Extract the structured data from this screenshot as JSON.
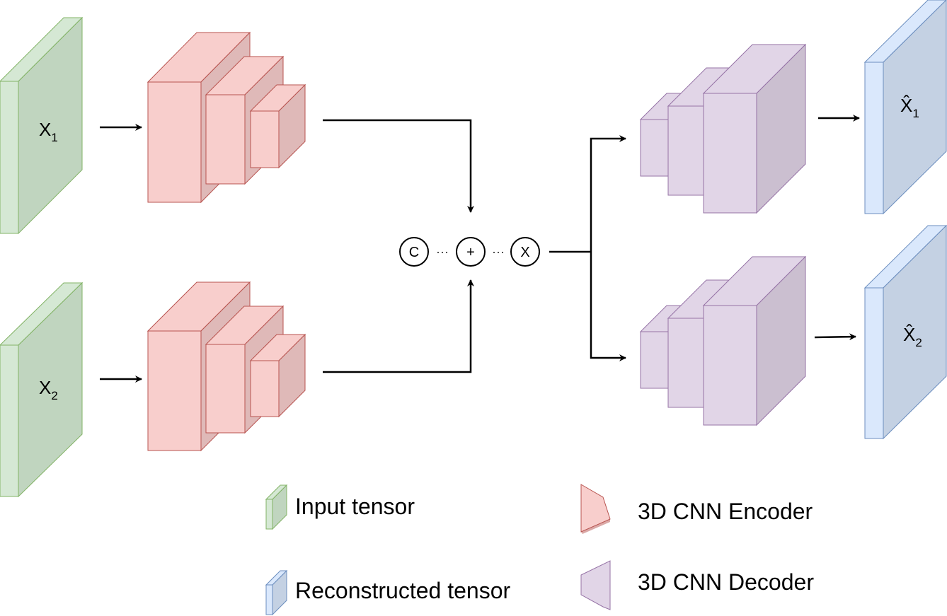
{
  "colors": {
    "input_front": "#d5e8d4",
    "input_side": "#c0d5bf",
    "input_stroke": "#82b366",
    "encoder_front": "#f8cecc",
    "encoder_side": "#dfb9b8",
    "encoder_stroke": "#b85450",
    "decoder_front": "#e1d5e7",
    "decoder_side": "#cbbfd0",
    "decoder_stroke": "#9673a6",
    "recon_front": "#dae8fc",
    "recon_side": "#c4d1e3",
    "recon_stroke": "#6c8ebf",
    "arrow": "#000000"
  },
  "inputs": [
    {
      "main": "X",
      "sub": "1"
    },
    {
      "main": "X",
      "sub": "2"
    }
  ],
  "outputs": [
    {
      "main": "X̂",
      "sub": "1"
    },
    {
      "main": "X̂",
      "sub": "2"
    }
  ],
  "fusion_ops": {
    "concat": "C",
    "sum": "+",
    "product": "X",
    "separator": "···"
  },
  "legend": {
    "input_tensor": "Input tensor",
    "reconstructed_tensor": "Reconstructed tensor",
    "encoder": "3D CNN Encoder",
    "decoder": "3D CNN Decoder"
  }
}
